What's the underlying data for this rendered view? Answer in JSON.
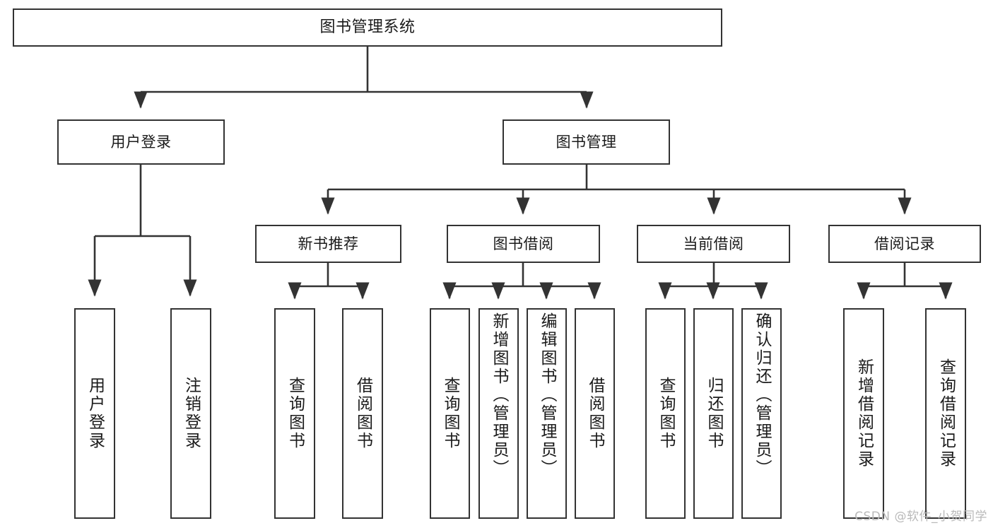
{
  "diagram": {
    "type": "tree",
    "title": "图书管理系统",
    "orientation": "top-down",
    "watermark": "CSDN @软件_小贺同学",
    "colors": {
      "node_border": "#333333",
      "node_fill": "#ffffff",
      "edge": "#333333",
      "text": "#1a1a1a",
      "watermark": "#b9b9b9",
      "background": "#ffffff"
    },
    "levels": 4,
    "nodes": {
      "root": {
        "label": "图书管理系统"
      },
      "l2": [
        {
          "id": "user-login",
          "label": "用户登录"
        },
        {
          "id": "book-manage",
          "label": "图书管理"
        }
      ],
      "l3": [
        {
          "id": "new-book-recommend",
          "label": "新书推荐"
        },
        {
          "id": "book-borrow",
          "label": "图书借阅"
        },
        {
          "id": "current-borrow",
          "label": "当前借阅"
        },
        {
          "id": "borrow-record",
          "label": "借阅记录"
        }
      ],
      "leaves": {
        "user-login": [
          {
            "id": "leaf-user-login",
            "label": "用户登录"
          },
          {
            "id": "leaf-logout-login",
            "label": "注销登录"
          }
        ],
        "new-book-recommend": [
          {
            "id": "leaf-query-book-1",
            "label": "查询图书"
          },
          {
            "id": "leaf-borrow-book-1",
            "label": "借阅图书"
          }
        ],
        "book-borrow": [
          {
            "id": "leaf-query-book-2",
            "label": "查询图书"
          },
          {
            "id": "leaf-add-book-admin",
            "label": "新增图书（管理员）"
          },
          {
            "id": "leaf-edit-book-admin",
            "label": "编辑图书（管理员）"
          },
          {
            "id": "leaf-borrow-book-2",
            "label": "借阅图书"
          }
        ],
        "current-borrow": [
          {
            "id": "leaf-query-book-3",
            "label": "查询图书"
          },
          {
            "id": "leaf-return-book",
            "label": "归还图书"
          },
          {
            "id": "leaf-confirm-return-admin",
            "label": "确认归还（管理员）"
          }
        ],
        "borrow-record": [
          {
            "id": "leaf-add-borrow-record",
            "label": "新增借阅记录"
          },
          {
            "id": "leaf-query-borrow-record",
            "label": "查询借阅记录"
          }
        ]
      }
    }
  }
}
